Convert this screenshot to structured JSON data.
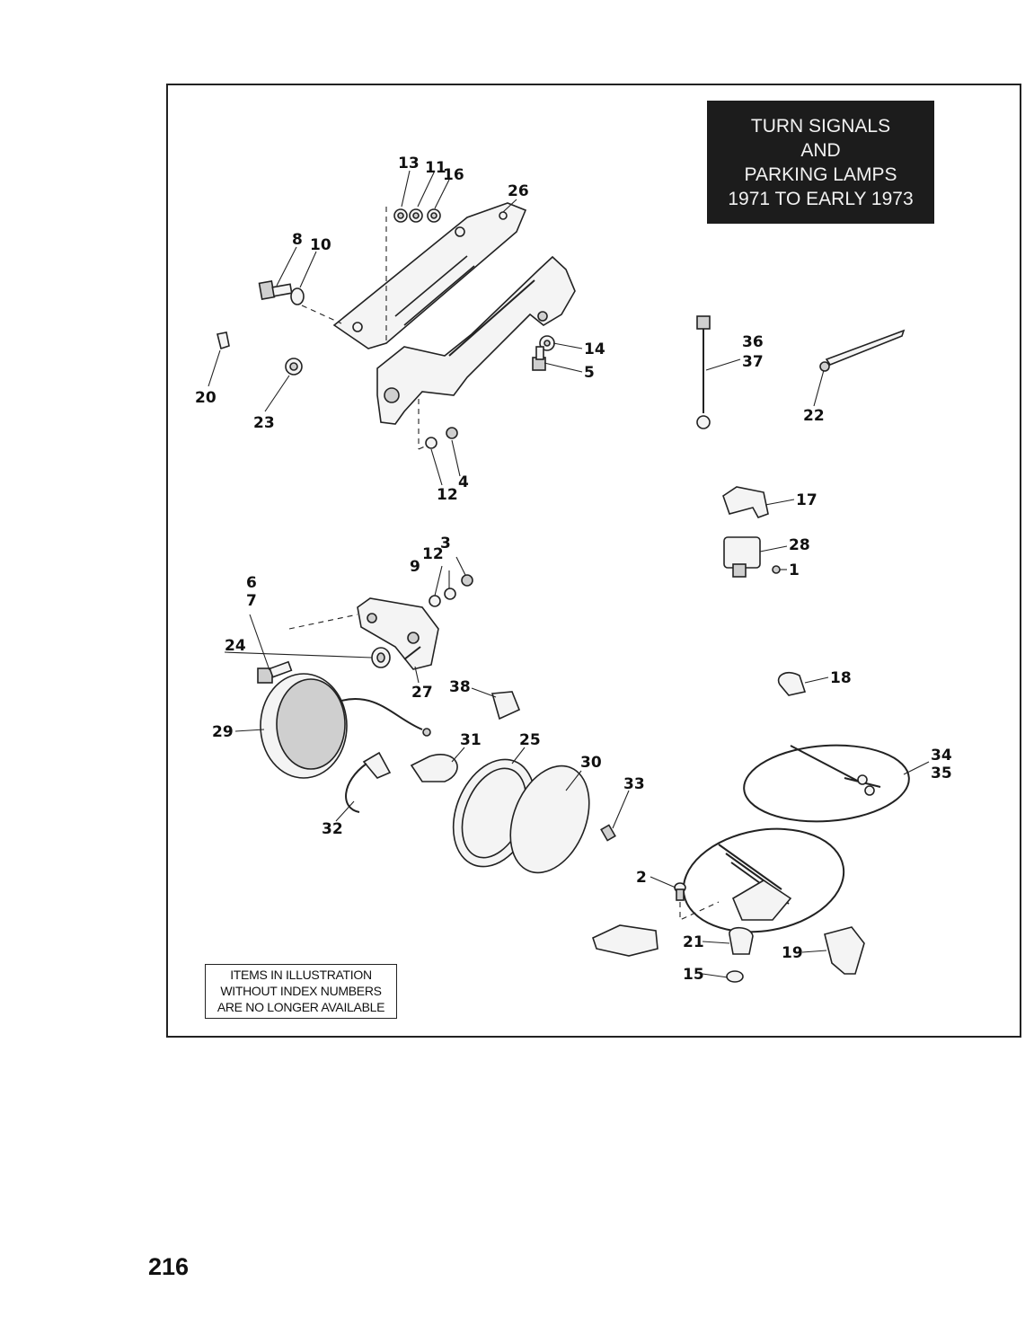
{
  "title": {
    "lines": [
      "TURN SIGNALS",
      "AND",
      "PARKING LAMPS",
      "1971 TO EARLY 1973"
    ]
  },
  "notice": {
    "lines": [
      "ITEMS IN ILLUSTRATION",
      "WITHOUT INDEX NUMBERS",
      "ARE NO LONGER AVAILABLE"
    ]
  },
  "page_number": "216",
  "callouts": {
    "c1": "1",
    "c2": "2",
    "c3": "3",
    "c4": "4",
    "c5": "5",
    "c6": "6",
    "c7": "7",
    "c8": "8",
    "c9": "9",
    "c10": "10",
    "c11": "11",
    "c12a": "12",
    "c12b": "12",
    "c13": "13",
    "c14": "14",
    "c15": "15",
    "c16": "16",
    "c17": "17",
    "c18": "18",
    "c19": "19",
    "c20": "20",
    "c21": "21",
    "c22": "22",
    "c23": "23",
    "c24": "24",
    "c25": "25",
    "c26": "26",
    "c27": "27",
    "c28": "28",
    "c29": "29",
    "c30": "30",
    "c31": "31",
    "c32": "32",
    "c33": "33",
    "c34": "34",
    "c35": "35",
    "c36": "36",
    "c37": "37",
    "c38": "38"
  }
}
